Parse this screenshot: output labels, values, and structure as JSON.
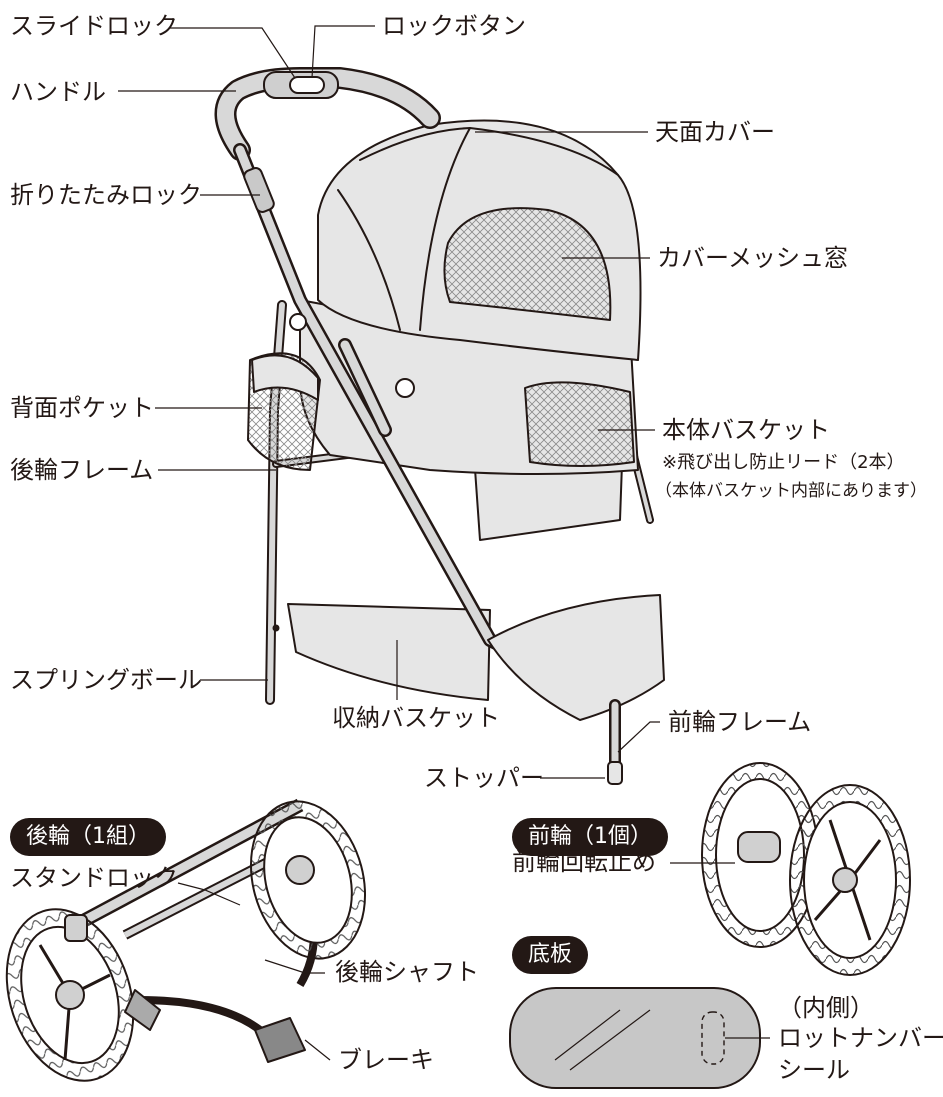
{
  "labels": {
    "slide_lock": "スライドロック",
    "lock_button": "ロックボタン",
    "handle": "ハンドル",
    "top_cover": "天面カバー",
    "fold_lock": "折りたたみロック",
    "cover_mesh_window": "カバーメッシュ窓",
    "back_pocket": "背面ポケット",
    "main_basket": "本体バスケット",
    "leash_note": "※飛び出し防止リード（2本）",
    "leash_location": "（本体バスケット内部にあります）",
    "rear_wheel_frame": "後輪フレーム",
    "spring_ball": "スプリングボール",
    "storage_basket": "収納バスケット",
    "front_wheel_frame": "前輪フレーム",
    "stopper": "ストッパー",
    "stand_lock": "スタンドロック",
    "front_wheel_rotation_stop": "前輪回転止め",
    "rear_wheel_shaft": "後輪シャフト",
    "brake": "ブレーキ",
    "inner_side": "（内側）",
    "lot_number": "ロットナンバー",
    "seal": "シール"
  },
  "sections": {
    "rear_wheels": "後輪（1組）",
    "front_wheel": "前輪（1個）",
    "base_plate": "底板"
  },
  "colors": {
    "ink": "#231815",
    "fabric": "#e6e6e6",
    "mesh": "#cfcfcf",
    "frame": "#b5b5b5",
    "tire": "#d0d0d0"
  }
}
